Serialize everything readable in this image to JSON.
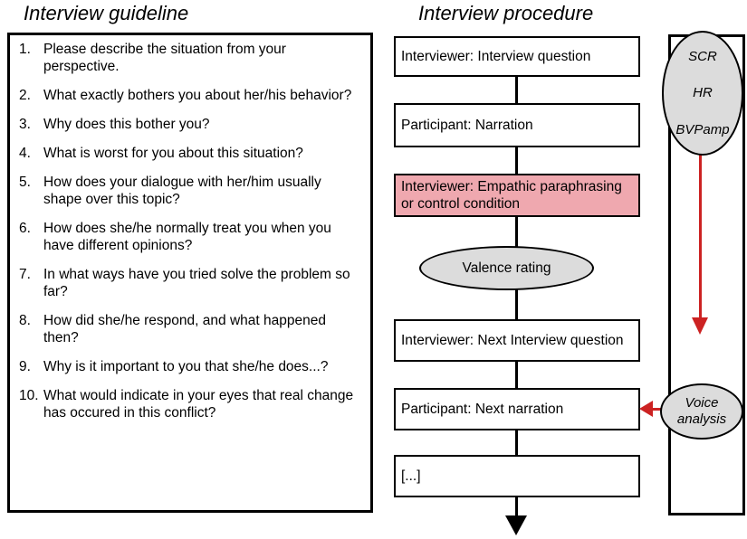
{
  "panels": {
    "guideline": {
      "title": "Interview guideline",
      "questions": [
        {
          "num": "1.",
          "text": "Please describe the situation from your perspective."
        },
        {
          "num": "2.",
          "text": "What exactly bothers you about her/his behavior?"
        },
        {
          "num": "3.",
          "text": "Why does this bother you?"
        },
        {
          "num": "4.",
          "text": "What is worst for you about this situation?"
        },
        {
          "num": "5.",
          "text": "How does your dialogue with her/him usually shape over this topic?"
        },
        {
          "num": "6.",
          "text": "How does she/he normally treat you when you have different opinions?"
        },
        {
          "num": "7.",
          "text": "In what ways have you tried solve the problem so far?"
        },
        {
          "num": "8.",
          "text": "How did she/he respond, and what happened then?"
        },
        {
          "num": "9.",
          "text": "Why is it important to you that she/he does...?"
        },
        {
          "num": "10.",
          "text": "What would indicate in your eyes that real change has occured in this conflict?"
        }
      ]
    },
    "procedure": {
      "title": "Interview procedure",
      "steps": {
        "interview_question": "Interviewer: Interview question",
        "narration": "Participant: Narration",
        "empathic": "Interviewer: Empathic paraphrasing or control condition",
        "valence_rating": "Valence rating",
        "next_question": "Interviewer: Next Interview question",
        "next_narration": "Participant: Next narration",
        "etc": "[...]"
      },
      "measures": {
        "physiological": [
          "SCR",
          "HR",
          "BVPamp"
        ],
        "voice_line1": "Voice",
        "voice_line2": "analysis"
      }
    }
  },
  "colors": {
    "highlight_pink": "#efa8af",
    "node_gray": "#dcdcdc",
    "arrow_red": "#cc2222",
    "stroke_black": "#000000"
  }
}
